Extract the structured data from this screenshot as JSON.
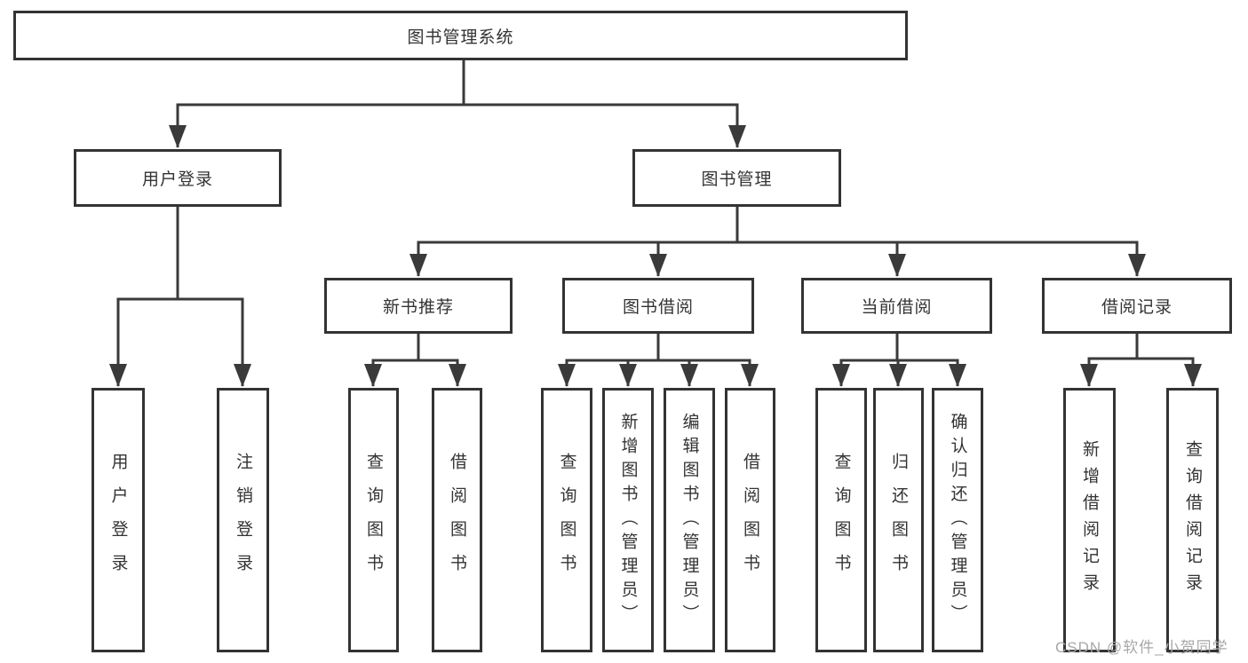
{
  "diagram_type": "hierarchy-tree",
  "colors": {
    "line": "#3a3a3a",
    "box_border": "#333333",
    "text": "#333333",
    "watermark": "#a8a8a8",
    "background": "#ffffff"
  },
  "tree": {
    "label": "图书管理系统",
    "children": [
      {
        "label": "用户登录",
        "children": [
          {
            "label": "用户登录"
          },
          {
            "label": "注销登录"
          }
        ]
      },
      {
        "label": "图书管理",
        "children": [
          {
            "label": "新书推荐",
            "children": [
              {
                "label": "查询图书"
              },
              {
                "label": "借阅图书"
              }
            ]
          },
          {
            "label": "图书借阅",
            "children": [
              {
                "label": "查询图书"
              },
              {
                "label": "新增图书（管理员）"
              },
              {
                "label": "编辑图书（管理员）"
              },
              {
                "label": "借阅图书"
              }
            ]
          },
          {
            "label": "当前借阅",
            "children": [
              {
                "label": "查询图书"
              },
              {
                "label": "归还图书"
              },
              {
                "label": "确认归还（管理员）"
              }
            ]
          },
          {
            "label": "借阅记录",
            "children": [
              {
                "label": "新增借阅记录"
              },
              {
                "label": "查询借阅记录"
              }
            ]
          }
        ]
      }
    ]
  },
  "watermark": "CSDN @软件_小贺同学"
}
